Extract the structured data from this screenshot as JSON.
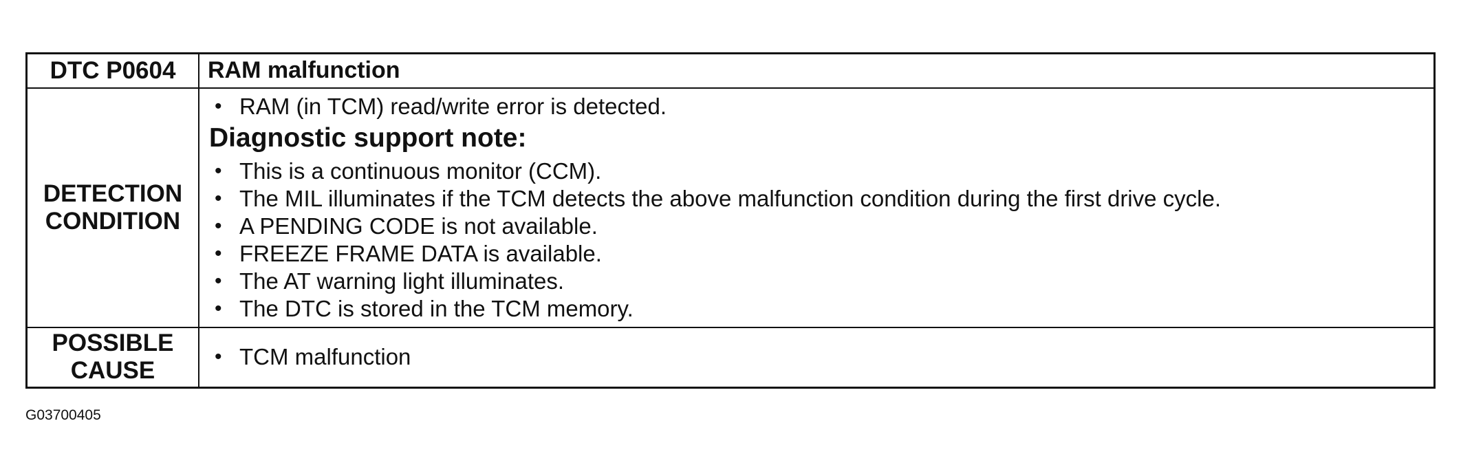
{
  "header": {
    "code": "DTC P0604",
    "description": "RAM malfunction"
  },
  "detection": {
    "label_line1": "DETECTION",
    "label_line2": "CONDITION",
    "primary_items": [
      "RAM (in TCM) read/write error is detected."
    ],
    "note_heading": "Diagnostic support note:",
    "note_items": [
      "This is a continuous monitor (CCM).",
      "The MIL illuminates if the TCM detects the above malfunction condition during the first drive cycle.",
      "A PENDING CODE is not available.",
      "FREEZE FRAME DATA is available.",
      "The AT warning light illuminates.",
      "The DTC is stored in the TCM memory."
    ]
  },
  "cause": {
    "label_line1": "POSSIBLE",
    "label_line2": "CAUSE",
    "items": [
      "TCM malfunction"
    ]
  },
  "bullet_symbol": "•",
  "figure_id": "G03700405"
}
